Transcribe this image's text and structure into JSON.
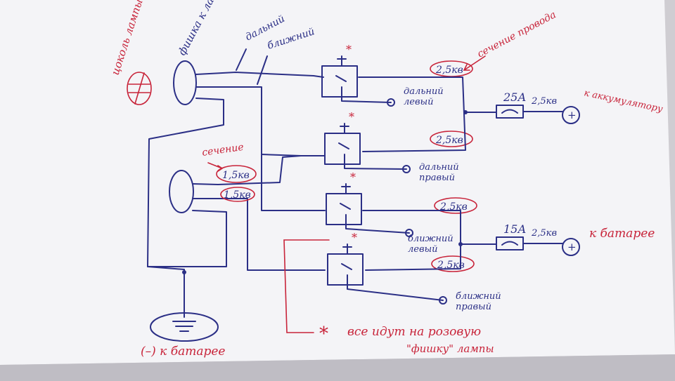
{
  "labels": {
    "socket": "цоколь лампы",
    "lamp_plug": "фишка к лампе",
    "high_beam": "дальний",
    "low_beam": "ближний",
    "wire_section": "сечение провода",
    "section": "сечение",
    "to_battery_plus_a": "к аккумулятору",
    "to_battery_plus_b": "к батарее",
    "minus_to_battery": "(–) к батарее",
    "note_line1": "все идут на розовую",
    "note_line2": "\"фишку\" лампы",
    "star": "*"
  },
  "relays": [
    {
      "gauge": "2,5кв",
      "out_label": "дальний левый"
    },
    {
      "gauge": "2,5кв",
      "out_label": "дальний правый"
    },
    {
      "gauge": "2,5кв",
      "out_label": "ближний левый"
    },
    {
      "gauge": "2,5кв",
      "out_label": "ближний правый"
    }
  ],
  "fuses": [
    {
      "rating": "25А",
      "gauge": "2,5кв"
    },
    {
      "rating": "15А",
      "gauge": "2,5кв"
    }
  ],
  "switch_gauges": [
    "1,5кв",
    "1,5кв"
  ],
  "plus_symbol": "+",
  "colors": {
    "ink_blue": "#2b2f86",
    "ink_red": "#c8243a",
    "paper": "#f4f4f7"
  }
}
